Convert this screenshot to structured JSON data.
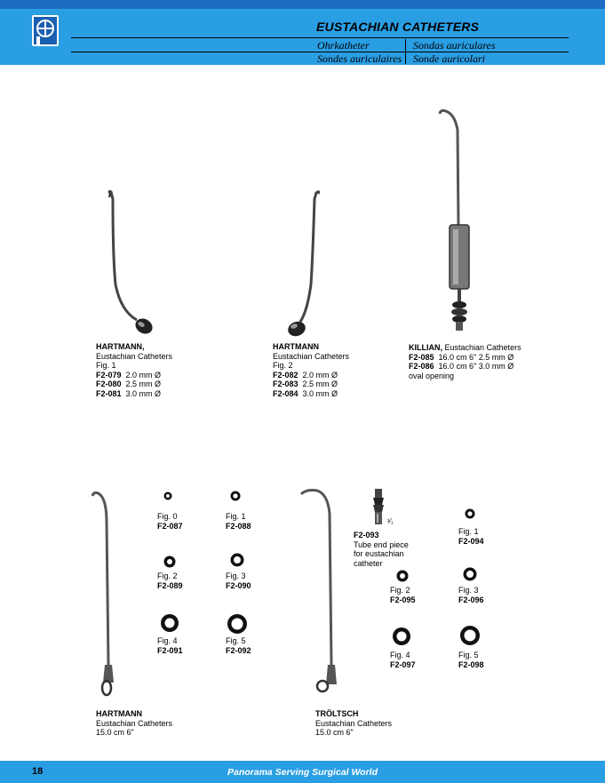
{
  "header": {
    "title": "EUSTACHIAN CATHETERS",
    "translations": {
      "de": "Ohrkatheter",
      "es": "Sondas auriculares",
      "fr": "Sondes auriculaires",
      "it": "Sonde auricolari"
    },
    "brand_color": "#2a9ee3"
  },
  "products": {
    "hartmann_fig1": {
      "name": "HARTMANN,",
      "desc": "Eustachian Catheters",
      "fig": "Fig. 1",
      "items": [
        {
          "code": "F2-079",
          "size": "2.0 mm Ø"
        },
        {
          "code": "F2-080",
          "size": "2.5 mm Ø"
        },
        {
          "code": "F2-081",
          "size": "3.0 mm Ø"
        }
      ]
    },
    "hartmann_fig2": {
      "name": "HARTMANN",
      "desc": "Eustachian Catheters",
      "fig": "Fig. 2",
      "items": [
        {
          "code": "F2-082",
          "size": "2.0 mm Ø"
        },
        {
          "code": "F2-083",
          "size": "2.5 mm Ø"
        },
        {
          "code": "F2-084",
          "size": "3.0 mm Ø"
        }
      ]
    },
    "killian": {
      "name": "KILLIAN,",
      "desc": "Eustachian Catheters",
      "items": [
        {
          "code": "F2-085",
          "size": "16.0 cm 6\" 2.5 mm Ø"
        },
        {
          "code": "F2-086",
          "size": "16.0 cm 6\" 3.0 mm Ø"
        }
      ],
      "note": "oval opening"
    },
    "hartmann_long": {
      "name": "HARTMANN",
      "desc": "Eustachian Catheters",
      "length": "15.0 cm 6\""
    },
    "troeltsch": {
      "name": "TRÖLTSCH",
      "desc": "Eustachian Catheters",
      "length": "15.0 cm 6\""
    },
    "tube_end": {
      "code": "F2-093",
      "desc1": "Tube end piece",
      "desc2": "for eustachian",
      "desc3": "catheter",
      "scale": "¹⁄₁"
    }
  },
  "figs_left": [
    {
      "fig": "Fig. 0",
      "code": "F2-087"
    },
    {
      "fig": "Fig. 1",
      "code": "F2-088"
    },
    {
      "fig": "Fig. 2",
      "code": "F2-089"
    },
    {
      "fig": "Fig. 3",
      "code": "F2-090"
    },
    {
      "fig": "Fig. 4",
      "code": "F2-091"
    },
    {
      "fig": "Fig. 5",
      "code": "F2-092"
    }
  ],
  "figs_right": [
    {
      "fig": "Fig. 1",
      "code": "F2-094"
    },
    {
      "fig": "Fig. 2",
      "code": "F2-095"
    },
    {
      "fig": "Fig. 3",
      "code": "F2-096"
    },
    {
      "fig": "Fig. 4",
      "code": "F2-097"
    },
    {
      "fig": "Fig. 5",
      "code": "F2-098"
    }
  ],
  "footer": {
    "page_number": "18",
    "tagline": "Panorama Serving Surgical World"
  }
}
